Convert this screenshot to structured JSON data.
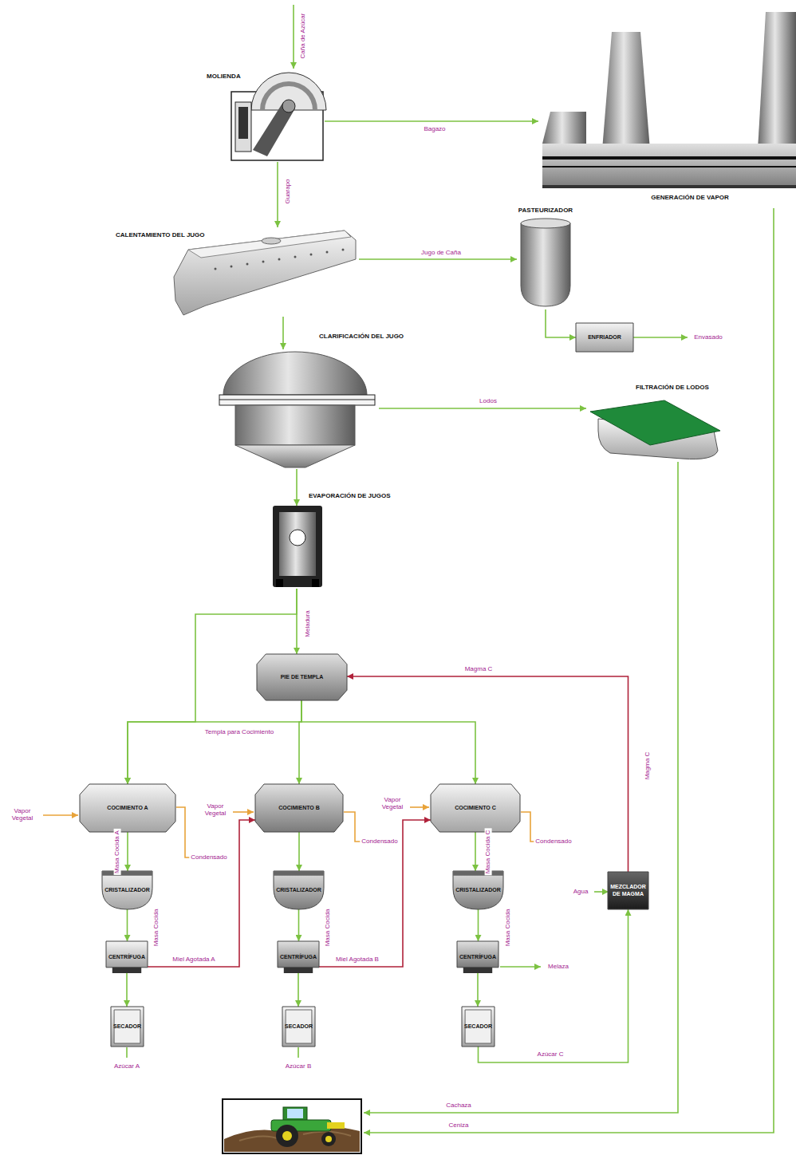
{
  "diagram": {
    "nodes": [
      {
        "text": [
          "MOLIENDA"
        ]
      },
      {
        "text": [
          "GENERACIÓN DE VAPOR"
        ]
      },
      {
        "text": [
          "CALENTAMIENTO DEL JUGO"
        ]
      },
      {
        "text": [
          "PASTEURIZADOR"
        ]
      },
      {
        "text": [
          "ENFRIADOR"
        ]
      },
      {
        "text": [
          "CLARIFICACIÓN DEL JUGO"
        ]
      },
      {
        "text": [
          "FILTRACIÓN DE LODOS"
        ]
      },
      {
        "text": [
          "EVAPORACIÓN DE JUGOS"
        ]
      },
      {
        "text": [
          "PIE DE TEMPLA"
        ]
      },
      {
        "text": [
          "COCIMIENTO A"
        ]
      },
      {
        "text": [
          "COCIMIENTO B"
        ]
      },
      {
        "text": [
          "COCIMIENTO C"
        ]
      },
      {
        "text": [
          "CRISTALIZADOR"
        ]
      },
      {
        "text": [
          "CRISTALIZADOR"
        ]
      },
      {
        "text": [
          "CRISTALIZADOR"
        ]
      },
      {
        "text": [
          "MEZCLADOR DE MAGMA"
        ]
      },
      {
        "text": [
          "CENTRÍFUGA"
        ]
      },
      {
        "text": [
          "CENTRÍFUGA"
        ]
      },
      {
        "text": [
          "CENTRÍFUGA"
        ]
      },
      {
        "text": [
          "SECADOR"
        ]
      },
      {
        "text": [
          "SECADOR"
        ]
      },
      {
        "text": [
          "SECADOR"
        ]
      }
    ],
    "edges": [
      {
        "from": 0,
        "to": 1,
        "arrow": "to",
        "label": "Bagazo"
      },
      {
        "from": 0,
        "to": 2,
        "arrow": "to",
        "label": "Guarapo"
      },
      {
        "from": 2,
        "to": 3,
        "arrow": "to",
        "label": "Jugo de Caña"
      },
      {
        "from": 3,
        "to": 4,
        "arrow": "to"
      },
      {
        "from": 2,
        "to": 5,
        "arrow": "to"
      },
      {
        "from": 5,
        "to": 6,
        "arrow": "to",
        "label": "Lodos"
      },
      {
        "from": 5,
        "to": 7,
        "arrow": "to"
      },
      {
        "from": 7,
        "to": 8,
        "arrow": "to",
        "label": "Meladura"
      },
      {
        "from": 7,
        "to": 9,
        "arrow": "to"
      },
      {
        "from": 8,
        "to": 9,
        "arrow": "to"
      },
      {
        "from": 8,
        "to": 10,
        "arrow": "to",
        "label": "Templa para Cocimiento"
      },
      {
        "from": 8,
        "to": 11,
        "arrow": "to"
      },
      {
        "from": 9,
        "to": 12,
        "arrow": "to",
        "label": "Masa Cocida A"
      },
      {
        "from": 10,
        "to": 13,
        "arrow": "to"
      },
      {
        "from": 11,
        "to": 14,
        "arrow": "to",
        "label": "Masa Cocida C"
      },
      {
        "from": 12,
        "to": 16,
        "arrow": "to",
        "label": "Masa Cocida"
      },
      {
        "from": 13,
        "to": 17,
        "arrow": "to",
        "label": "Masa Cocida"
      },
      {
        "from": 14,
        "to": 18,
        "arrow": "to",
        "label": "Masa Cocida"
      },
      {
        "from": 16,
        "to": 19,
        "arrow": "to"
      },
      {
        "from": 17,
        "to": 20,
        "arrow": "to"
      },
      {
        "from": 18,
        "to": 21,
        "arrow": "to"
      },
      {
        "from": 16,
        "to": 10,
        "arrow": "to",
        "label": "Miel Agotada A"
      },
      {
        "from": 17,
        "to": 11,
        "arrow": "to",
        "label": "Miel Agotada B"
      },
      {
        "from": 21,
        "to": 15,
        "arrow": "to",
        "label": "Azúcar C"
      },
      {
        "from": 15,
        "to": 8,
        "arrow": "to",
        "label": "Magma C"
      }
    ],
    "labels": [
      "Caña de Azúcar",
      "Envasado",
      "Vapor Vegetal",
      "Vapor Vegetal",
      "Vapor Vegetal",
      "Condensado",
      "Condensado",
      "Condensado",
      "Melaza",
      "Agua",
      "Magma C",
      "Azúcar A",
      "Azúcar B",
      "Cachaza",
      "Ceniza"
    ]
  }
}
